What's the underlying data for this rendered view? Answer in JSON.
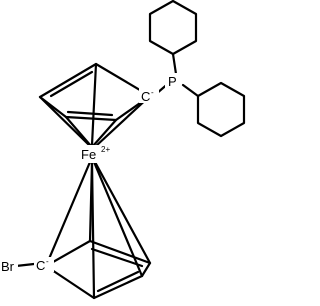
{
  "molecule": {
    "atoms": {
      "phosphorus": "P",
      "iron": "Fe",
      "iron_charge": "2+",
      "carbanion_top": "C",
      "carbanion_top_charge": "-",
      "carbanion_bottom": "C",
      "carbanion_bottom_charge": "-",
      "bromine": "Br"
    }
  }
}
